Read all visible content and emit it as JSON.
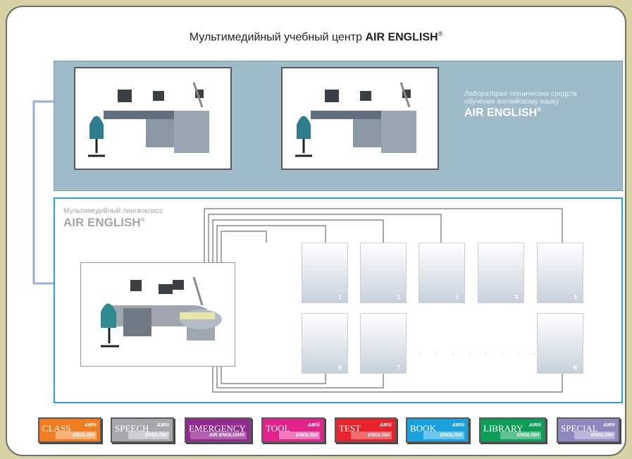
{
  "title": {
    "prefix": "Мультимедийный учебный центр",
    "brand": "AIR ENGLISH",
    "reg": "®"
  },
  "lab": {
    "line1": "Лаборатория технических средств",
    "line2": "обучения английскому языку",
    "title": "AIR ENGLISH",
    "reg": "®"
  },
  "classroom": {
    "subtitle": "Мультимедийный лингвокласс",
    "title": "AIR ENGLISH",
    "reg": "®",
    "workstations_row1": [
      "1",
      "2",
      "3",
      "4",
      "5"
    ],
    "workstations_row2": [
      "6",
      "7",
      "N"
    ],
    "dots": "· · · · · · · · ·"
  },
  "modules": [
    {
      "label": "CLASS",
      "air": "AIR®",
      "eng": "ENGLISH",
      "color": "#f07d22",
      "tag": "#f8b27a"
    },
    {
      "label": "SPEECH",
      "air": "AIR®",
      "eng": "ENGLISH",
      "color": "#a8a8ab",
      "tag": "#cfcfd2"
    },
    {
      "label": "EMERGENCY",
      "air": "AIR ENGLISH®",
      "eng": "",
      "color": "#8f2c8d",
      "tag": "#b25eb1"
    },
    {
      "label": "TOOL",
      "air": "AIR®",
      "eng": "ENGLISH",
      "color": "#e2238c",
      "tag": "#ef7bbd"
    },
    {
      "label": "TEST",
      "air": "AIR®",
      "eng": "ENGLISH",
      "color": "#e7242b",
      "tag": "#f26b6f"
    },
    {
      "label": "BOOK",
      "air": "AIR®",
      "eng": "ENGLISH",
      "color": "#1ba2dc",
      "tag": "#6ac6ec"
    },
    {
      "label": "LIBRARY",
      "air": "AIR®",
      "eng": "ENGLISH",
      "color": "#0e9d57",
      "tag": "#5fc18f"
    },
    {
      "label": "SPECIAL",
      "air": "AIR®",
      "eng": "ENGLISH",
      "color": "#8d89bf",
      "tag": "#b9b6da"
    }
  ]
}
